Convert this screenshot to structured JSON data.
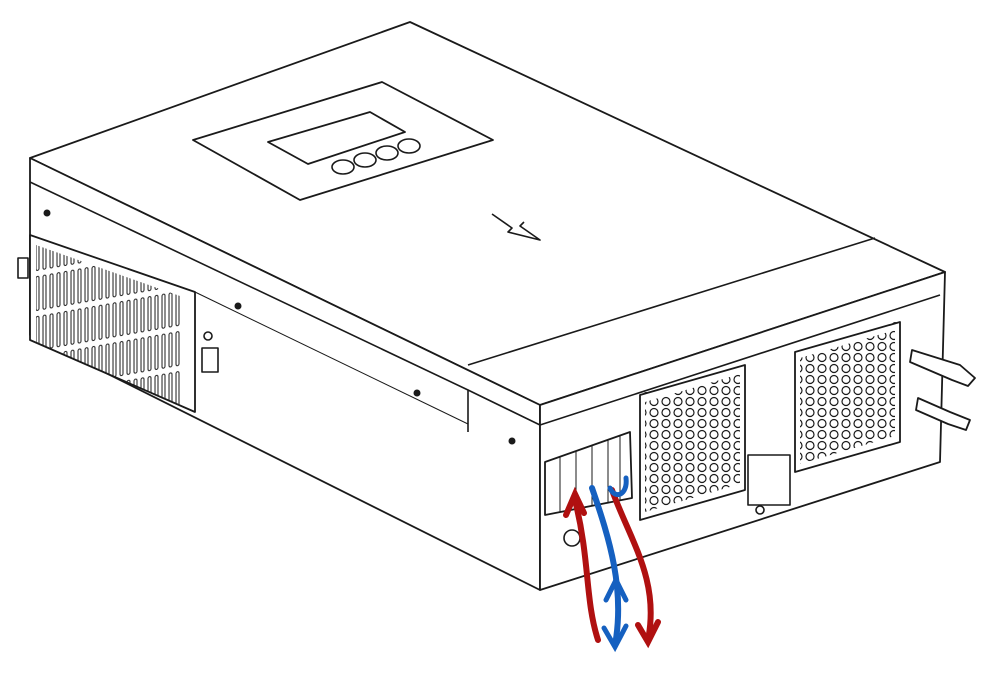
{
  "colors": {
    "outline": "#1a1a1a",
    "background": "#ffffff",
    "arrow_red": "#b01010",
    "arrow_blue": "#1560c0"
  },
  "icons": [
    "lightning-icon",
    "display-buttons",
    "vent-grille",
    "fan-grille",
    "terminal-block",
    "pv-connector"
  ]
}
